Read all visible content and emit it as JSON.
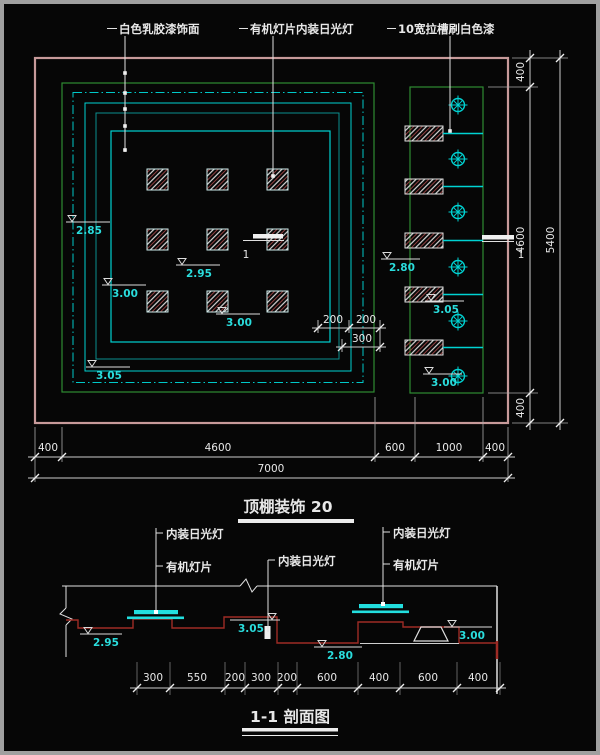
{
  "plan": {
    "title": "顶棚装饰 20",
    "callouts": [
      "白色乳胶漆饰面",
      "有机灯片内装日光灯",
      "10宽拉槽刷白色漆"
    ],
    "cut_label": "1",
    "elevations": [
      "2.85",
      "3.00",
      "2.95",
      "3.00",
      "3.05",
      "2.80",
      "3.05",
      "3.00"
    ],
    "dims_inner": [
      "200",
      "200",
      "300"
    ],
    "dims_bottom": [
      "400",
      "4600",
      "600",
      "1000",
      "400"
    ],
    "dims_bottom_total": "7000",
    "dims_right": [
      "400",
      "4600",
      "400"
    ],
    "dims_right_total": "5400"
  },
  "section": {
    "title": "1-1 剖面图",
    "callouts_left": [
      "内装日光灯",
      "有机灯片"
    ],
    "callout_mid": "内装日光灯",
    "callouts_right": [
      "内装日光灯",
      "有机灯片"
    ],
    "elevations": [
      "2.95",
      "3.05",
      "2.80",
      "3.00"
    ],
    "dims": [
      "300",
      "550",
      "200",
      "300",
      "200",
      "600",
      "400",
      "600",
      "400"
    ]
  },
  "colors": {
    "background": "#060606",
    "frame": "#a0a0a0",
    "wall_pink": "#c79a9a",
    "green": "#2e8b32",
    "cyan": "#00d2d2",
    "red_profile": "#9e2b25",
    "white_line": "#e0e0e0",
    "elev_text": "#2adcdc"
  }
}
